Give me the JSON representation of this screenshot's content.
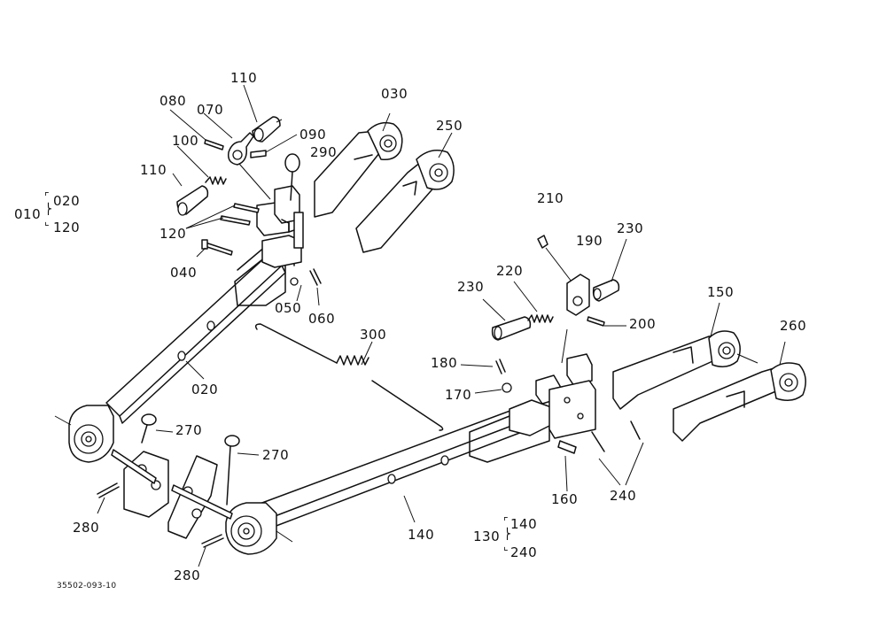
{
  "labels": {
    "p010": "010",
    "p020a": "020",
    "p120a": "120",
    "p030": "030",
    "p040": "040",
    "p050": "050",
    "p060": "060",
    "p070": "070",
    "p080": "080",
    "p090": "090",
    "p100": "100",
    "p110a": "110",
    "p110b": "110",
    "p120b": "120",
    "p250": "250",
    "p290": "290",
    "p300": "300",
    "p020b": "020",
    "p270a": "270",
    "p270b": "270",
    "p280a": "280",
    "p280b": "280",
    "p210": "210",
    "p190": "190",
    "p230a": "230",
    "p230b": "230",
    "p220": "220",
    "p200": "200",
    "p150": "150",
    "p260": "260",
    "p180": "180",
    "p170": "170",
    "p160": "160",
    "p240a": "240",
    "p140a": "140",
    "p130": "130",
    "p140b": "140",
    "p240b": "240"
  },
  "figure_code": "35502-093-10"
}
